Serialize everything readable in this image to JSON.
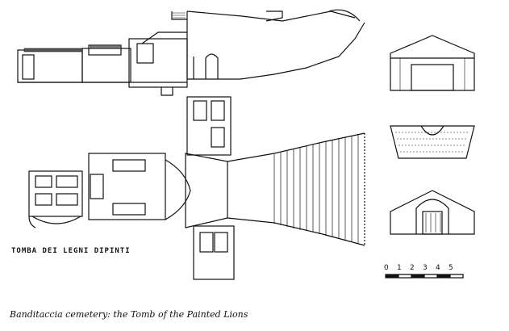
{
  "drawing": {
    "title": "TOMBA DEI LEGNI DIPINTI",
    "caption": "Banditaccia cemetery: the Tomb of the Painted Lions"
  },
  "scale_bar": {
    "ticks": [
      "0",
      "1",
      "2",
      "3",
      "4",
      "5"
    ]
  },
  "colors": {
    "ink": "#111111",
    "paper": "#ffffff"
  }
}
